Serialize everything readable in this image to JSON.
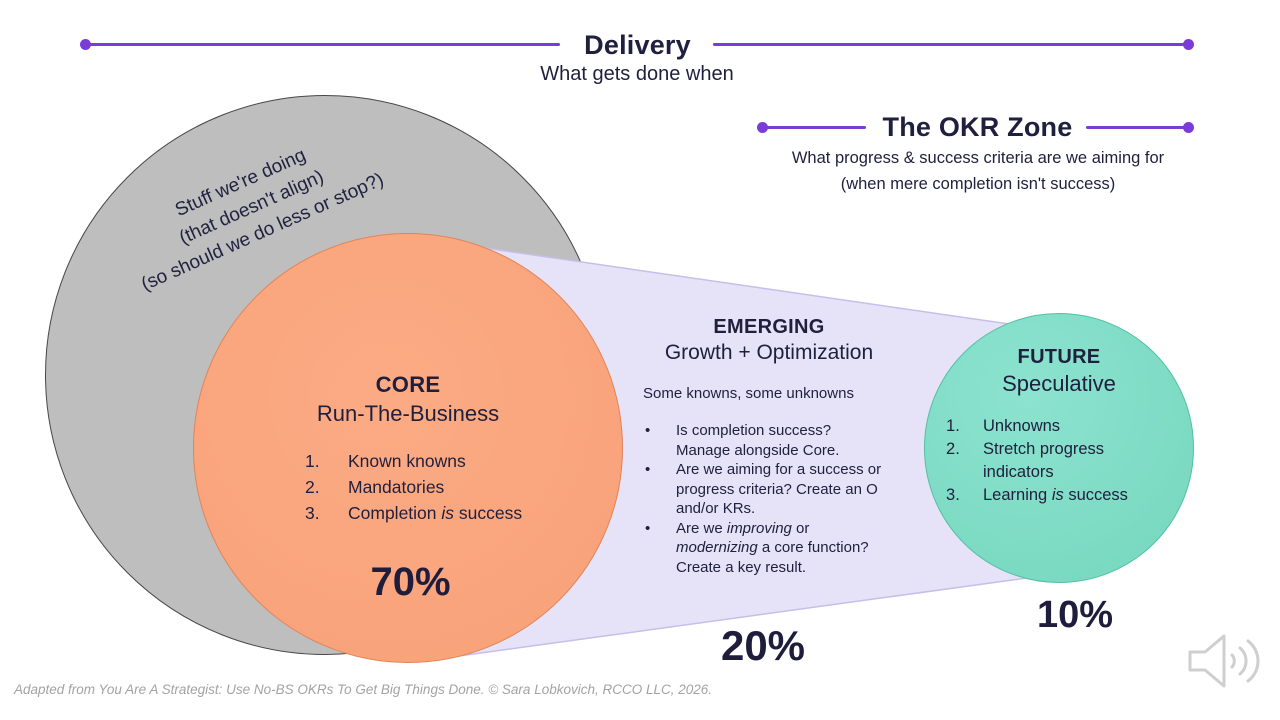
{
  "slide": {
    "background": "#FFFFFF",
    "accent_purple": "#7B3BD8",
    "text_dark": "#1F1F3E"
  },
  "delivery_header": {
    "title": "Delivery",
    "subtitle": "What gets done when"
  },
  "okr_header": {
    "title": "The OKR Zone",
    "subtitle_line1": "What progress & success criteria are we aiming for",
    "subtitle_line2": "(when mere completion isn't success)"
  },
  "gray_zone": {
    "fill": "#BEBEBE",
    "label_line1": "Stuff we're doing",
    "label_line2": "(that doesn't align)",
    "label_line3": "(so should we do less or stop?)"
  },
  "core_zone": {
    "fill": "#F9A57E",
    "title": "CORE",
    "subtitle": "Run-The-Business",
    "items": [
      "Known knowns",
      "Mandatories",
      "Completion *is* success"
    ],
    "percent": "70%"
  },
  "emerging_zone": {
    "fill": "#E6E2F7",
    "title": "EMERGING",
    "subtitle": "Growth + Optimization",
    "note": "Some knowns, some unknowns",
    "bullets": [
      "Is completion success?\nManage alongside Core.",
      "Are we aiming for a success or\nprogress criteria? Create an O\nand/or KRs.",
      "Are we *improving* or\n*modernizing* a core function?\nCreate a key result."
    ],
    "percent": "20%"
  },
  "future_zone": {
    "fill": "#7CDAC4",
    "title": "FUTURE",
    "subtitle": "Speculative",
    "items": [
      "Unknowns",
      "Stretch progress\nindicators",
      "Learning *is* success"
    ],
    "percent": "10%"
  },
  "footer": {
    "attribution": "Adapted from You Are A Strategist: Use No-BS OKRs To Get Big Things Done. © Sara Lobkovich, RCCO LLC, 2026."
  },
  "icons": {
    "audio": "speaker-audio-icon"
  }
}
